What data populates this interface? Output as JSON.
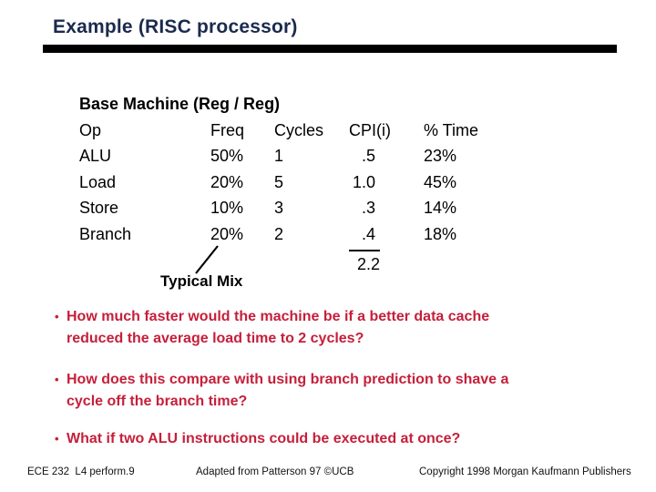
{
  "title": "Example (RISC processor)",
  "table": {
    "heading": "Base Machine (Reg / Reg)",
    "columns": [
      "Op",
      "Freq",
      "Cycles",
      "CPI(i)",
      "% Time"
    ],
    "rows": [
      {
        "op": "ALU",
        "freq": "50%",
        "cycles": "1",
        "cpi": ".5",
        "time": "23%"
      },
      {
        "op": "Load",
        "freq": "20%",
        "cycles": "5",
        "cpi": "1.0",
        "time": "45%"
      },
      {
        "op": "Store",
        "freq": "10%",
        "cycles": "3",
        "cpi": ".3",
        "time": "14%"
      },
      {
        "op": "Branch",
        "freq": "20%",
        "cycles": "2",
        "cpi": ".4",
        "time": "18%"
      }
    ],
    "cpi_total": "2.2",
    "annotation": "Typical Mix"
  },
  "bullets": [
    {
      "line1": "How much faster would the machine be if a better data cache",
      "line2": "reduced the average load time to 2 cycles?"
    },
    {
      "line1": "How does this compare with using branch prediction to shave a",
      "line2": "cycle off the branch time?"
    },
    {
      "line1": "What if two ALU instructions could be executed at once?",
      "line2": ""
    }
  ],
  "icons": {
    "bullet_char": "•"
  },
  "footer": {
    "left": "ECE 232  L4 perform.9",
    "center": "Adapted from Patterson 97 ©UCB",
    "right": "Copyright 1998 Morgan Kaufmann Publishers"
  },
  "colors": {
    "title_navy": "#1b2a4e",
    "accent_red": "#c51f3a",
    "rule_black": "#000000"
  }
}
